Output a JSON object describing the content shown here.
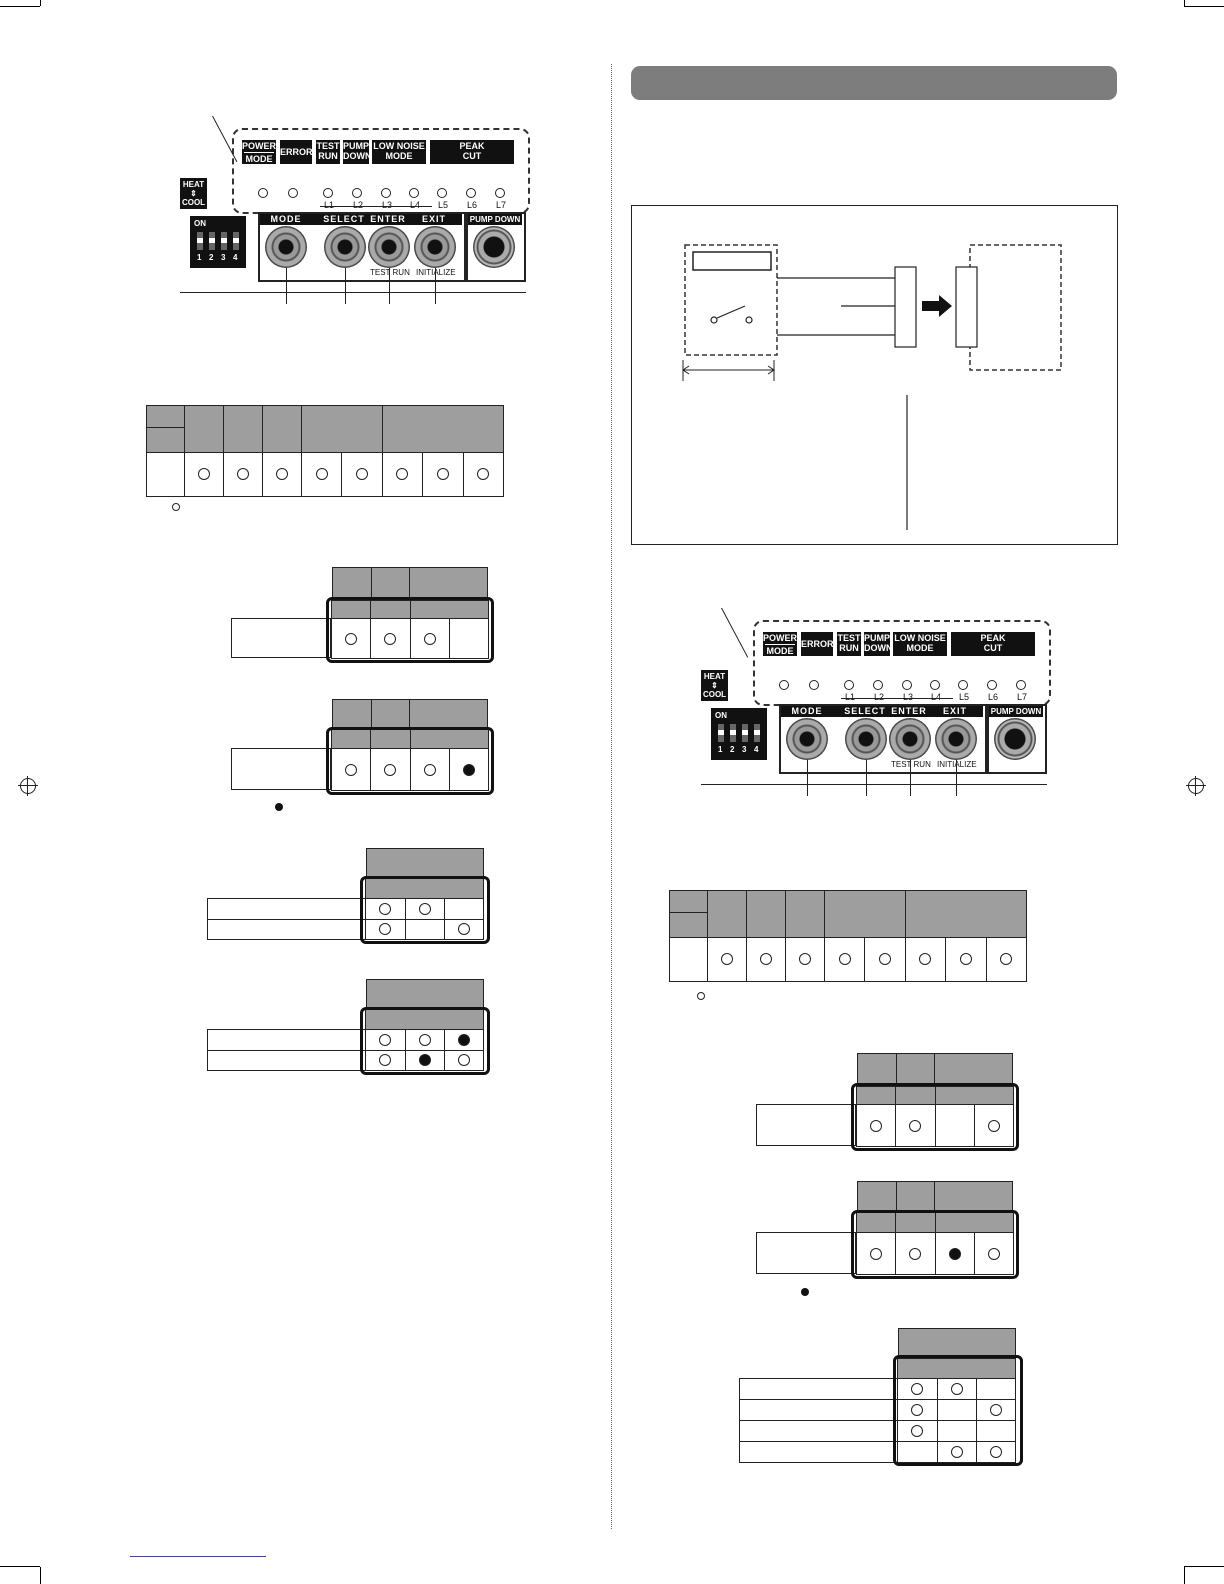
{
  "panel": {
    "top_labels": {
      "power": "POWER",
      "mode": "MODE",
      "error": "ERROR",
      "test": "TEST",
      "run": "RUN",
      "pump": "PUMP",
      "down": "DOWN",
      "low_noise": "LOW NOISE",
      "low_noise_mode": "MODE",
      "peak": "PEAK",
      "cut": "CUT"
    },
    "led_labels": [
      "L1",
      "L2",
      "L3",
      "L4",
      "L5",
      "L6",
      "L7"
    ],
    "heat": "HEAT",
    "arrow": "⇕",
    "cool": "COOL",
    "dip_on": "ON",
    "dip_numbers": [
      "1",
      "2",
      "3",
      "4"
    ],
    "buttons": {
      "mode": "MODE",
      "select": "SELECT",
      "enter": "ENTER",
      "exit": "EXIT",
      "pump_down": "PUMP DOWN",
      "test_run": "TEST RUN",
      "initialize": "INITIALIZE"
    }
  },
  "colors": {
    "section_bar": "#7d7d7d",
    "table_header": "#9e9e9e",
    "ink": "#111111"
  },
  "led_states": {
    "left_status_table": [
      "off",
      "off",
      "off",
      "off",
      "off",
      "off",
      "off",
      "off"
    ],
    "left_table_a": [
      "off",
      "off",
      "off",
      "none"
    ],
    "left_table_b": [
      "off",
      "off",
      "off",
      "on"
    ],
    "left_table_c": [
      [
        "off",
        "off",
        "none"
      ],
      [
        "off",
        "none",
        "off"
      ]
    ],
    "left_table_d": [
      [
        "off",
        "off",
        "on"
      ],
      [
        "off",
        "on",
        "off"
      ]
    ],
    "right_status_table": [
      "off",
      "off",
      "off",
      "off",
      "off",
      "off",
      "off",
      "off"
    ],
    "right_table_a": [
      "off",
      "off",
      "none",
      "off"
    ],
    "right_table_b": [
      "off",
      "off",
      "on",
      "off"
    ],
    "right_table_c": [
      [
        "off",
        "off",
        "none"
      ],
      [
        "off",
        "none",
        "off"
      ],
      [
        "off",
        "none",
        "none"
      ],
      [
        "none",
        "off",
        "off"
      ]
    ]
  }
}
